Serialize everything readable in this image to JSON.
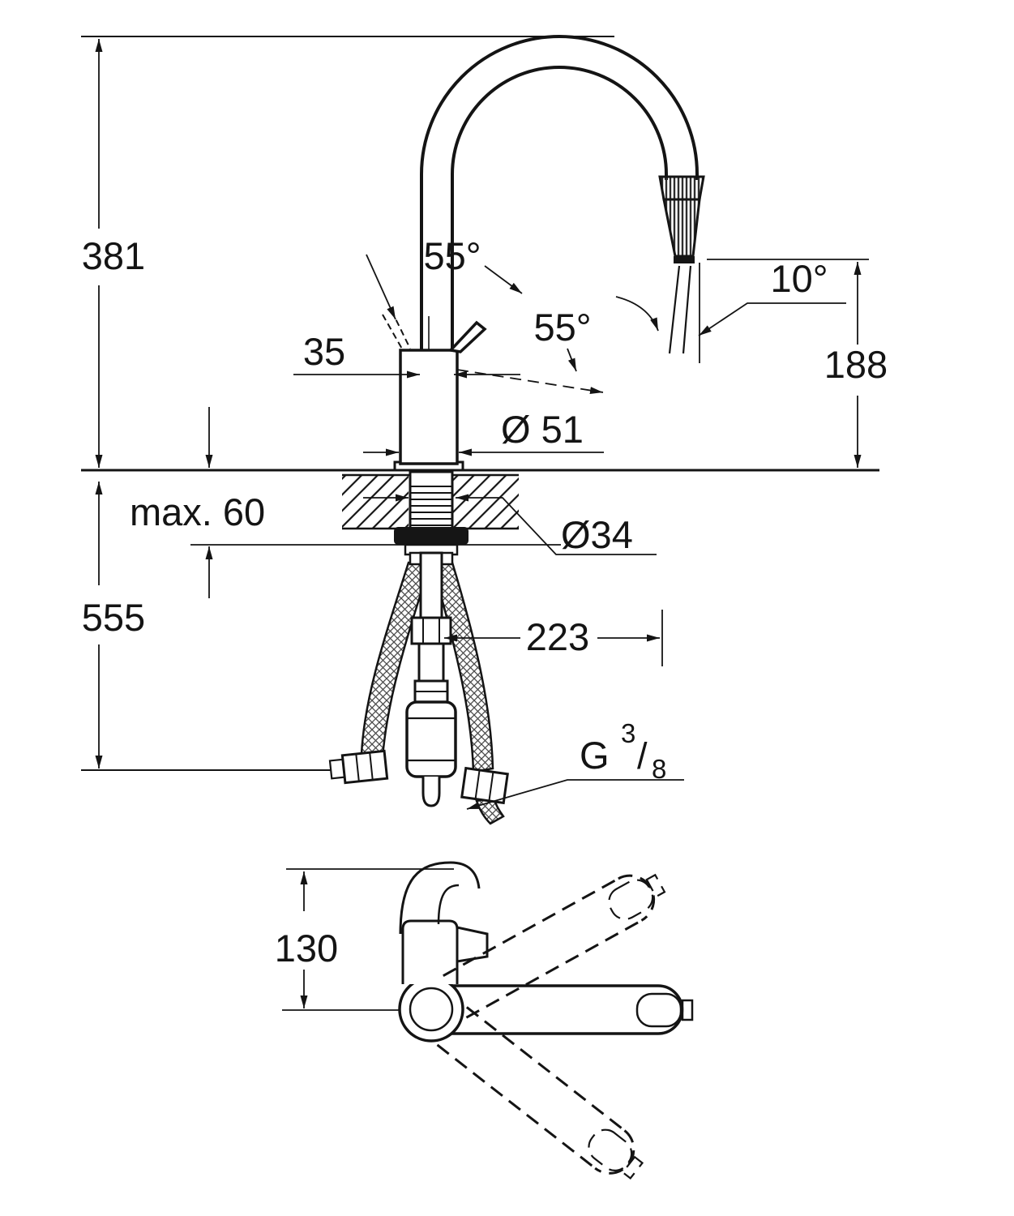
{
  "diagram": {
    "dims": {
      "overall_height": "381",
      "below_deck": "555",
      "deck_max": "max. 60",
      "neck_width": "35",
      "body_diameter": "Ø 51",
      "hole_diameter": "Ø34",
      "angle_upper": "55°",
      "angle_lower": "55°",
      "spray_angle": "10°",
      "outlet_height": "188",
      "spout_reach": "223",
      "swivel_radius": "130"
    },
    "thread": {
      "g": "G",
      "num": "3",
      "slash": "/",
      "den": "8"
    }
  }
}
